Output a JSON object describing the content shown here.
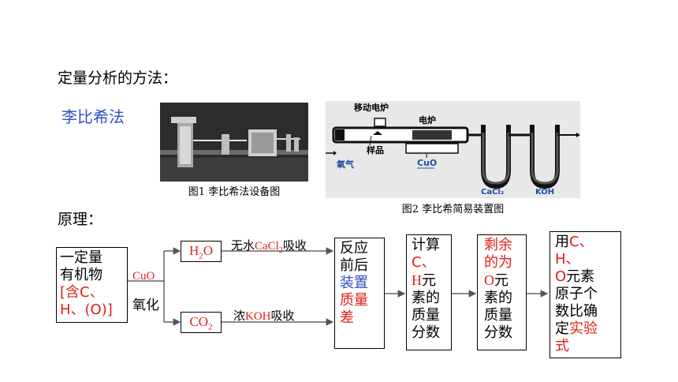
{
  "heading": "定量分析的方法：",
  "method": "李比希法",
  "principle": "原理：",
  "figure1": {
    "caption": "图1  李比希法设备图"
  },
  "figure2": {
    "caption": "图2  李比希简易装置图",
    "labels": {
      "mobile_furnace": "移动电炉",
      "furnace": "电炉",
      "sample": "样品",
      "oxygen": "氧气",
      "cuo": "CuO",
      "cacl2": "CaCl₂",
      "koh": "KOH"
    }
  },
  "flow": {
    "organic": {
      "line1": "一定量",
      "line2": "有机物",
      "line3": "[含C、",
      "line4": "H、(O)]"
    },
    "oxidant": "CuO",
    "oxidize": "氧化",
    "h2o": {
      "base": "H",
      "sub": "2",
      "tail": "O"
    },
    "co2": {
      "base": "CO",
      "sub": "2"
    },
    "cacl2_label": {
      "pre": "无水",
      "chem": "CaCl",
      "sub": "2",
      "post": "吸收"
    },
    "koh_label": {
      "pre": "浓",
      "chem": "KOH",
      "post": "吸收"
    },
    "box_mass": {
      "l1": "反应",
      "l2": "前后",
      "l3": "装置",
      "l4": "质量",
      "l5": "差"
    },
    "box_calc": {
      "l1": "计算",
      "l2": "C、",
      "l3a": "H",
      "l3b": "元",
      "l4": "素的",
      "l5": "质量",
      "l6": "分数"
    },
    "box_o": {
      "l1": "剩余",
      "l2": "的为",
      "l3a": "O",
      "l3b": "元",
      "l4": "素的",
      "l5": "质量",
      "l6": "分数"
    },
    "box_ratio": {
      "l1a": "用",
      "l1b": "C、H、",
      "l2a": "O",
      "l2b": "元素",
      "l3": "原子个",
      "l4": "数比确",
      "l5a": "定",
      "l5b": "实验",
      "l6": "式"
    }
  }
}
